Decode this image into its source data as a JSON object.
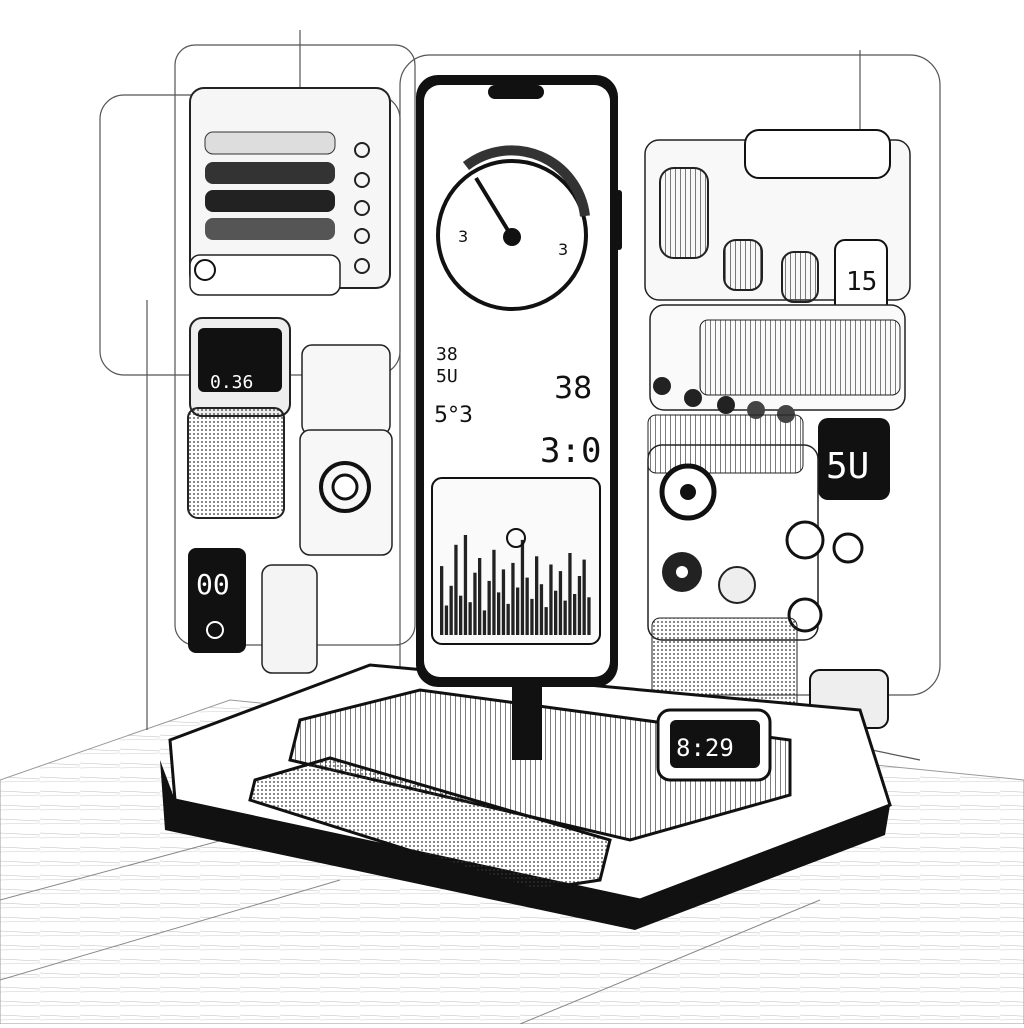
{
  "phone": {
    "readout_left": "38",
    "readout_left2": "5U",
    "readout_right": "38",
    "readout_glyph": "5°3",
    "readout_time": "3:0",
    "dial_ticks": [
      "3",
      "3"
    ]
  },
  "left_widget": {
    "display": "0.36",
    "digits": "00"
  },
  "right_panel": {
    "badge": "15",
    "big_display": "5U"
  },
  "dock": {
    "clock": "8:29"
  },
  "chart_data": {
    "type": "bar",
    "values": [
      42,
      18,
      30,
      55,
      24,
      61,
      20,
      38,
      47,
      15,
      33,
      52,
      26,
      40,
      19,
      44,
      29,
      58,
      35,
      22,
      48,
      31,
      17,
      43,
      27,
      39,
      21,
      50,
      25,
      36,
      46,
      23
    ]
  }
}
